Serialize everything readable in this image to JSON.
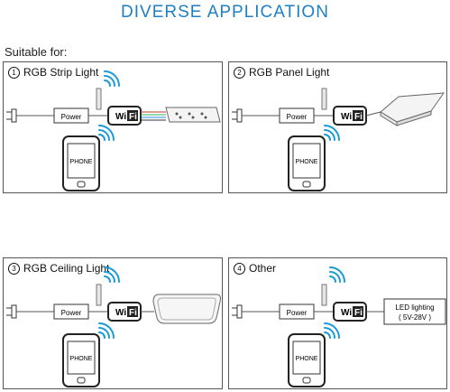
{
  "title": "DIVERSE APPLICATION",
  "suitable": "Suitable for:",
  "device": {
    "power": "Power",
    "wifi_w": "Wi",
    "wifi_f": "Fi",
    "phone": "PHONE"
  },
  "panels": [
    {
      "num": "1",
      "label": "RGB Strip Light"
    },
    {
      "num": "2",
      "label": "RGB Panel Light"
    },
    {
      "num": "3",
      "label": "RGB Ceiling Light"
    },
    {
      "num": "4",
      "label": "Other",
      "load_line1": "LED lighting",
      "load_line2": "( 5V-28V )"
    }
  ]
}
